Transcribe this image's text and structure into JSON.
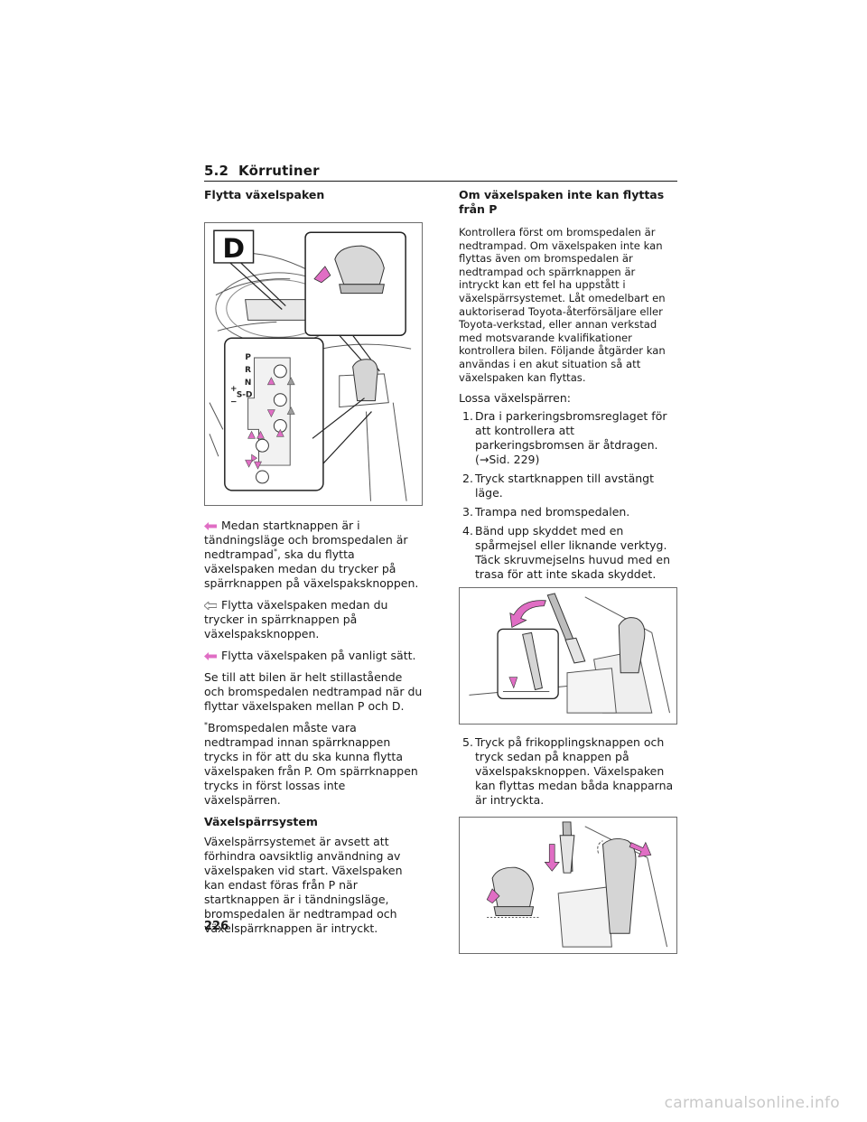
{
  "section": {
    "number": "5.2",
    "title": "Körrutiner"
  },
  "left": {
    "heading": "Flytta växelspaken",
    "figure": {
      "gear_badge": "D",
      "gear_letters": [
        "P",
        "R",
        "N",
        "S-D"
      ],
      "plus": "+",
      "minus": "−"
    },
    "legend": [
      {
        "text": "Medan startknappen är i tändningsläge och bromspedalen är nedtrampad",
        "sup": "*",
        "text2": ", ska du flytta växelspaken medan du trycker på spärrknappen på växelspaksknoppen.",
        "color": "#e06ec4"
      },
      {
        "text": "Flytta växelspaken medan du trycker in spärrknappen på växelspaksknoppen.",
        "color": "#9d9d9d"
      },
      {
        "text": "Flytta växelspaken på vanligt sätt.",
        "color": "#e06ec4"
      }
    ],
    "note1": "Se till att bilen är helt stillastående och bromspedalen nedtrampad när du flyttar växelspaken mellan P och D.",
    "footnote_mark": "*",
    "footnote": "Bromspedalen måste vara nedtrampad innan spärrknappen trycks in för att du ska kunna flytta växelspaken från P. Om spärrknappen trycks in först lossas inte växelspärren.",
    "subheading": "Växelspärrsystem",
    "body": "Växelspärrsystemet är avsett att förhindra oavsiktlig användning av växelspaken vid start. Växelspaken kan endast föras från P när startknappen är i tändningsläge, bromspedalen är nedtrampad och växelspärrknappen är intryckt."
  },
  "right": {
    "heading": "Om växelspaken inte kan flyttas från P",
    "intro": "Kontrollera först om bromspedalen är nedtrampad. Om växelspaken inte kan flyttas även om bromspedalen är nedtrampad och spärrknappen är intryckt kan ett fel ha uppstått i växelspärrsystemet. Låt omedelbart en auktoriserad Toyota-återförsäljare eller Toyota-verkstad, eller annan verkstad med motsvarande kvalifikationer kontrollera bilen. Följande åtgärder kan användas i en akut situation så att växelspaken kan flyttas.",
    "release_title": "Lossa växelspärren:",
    "steps": [
      {
        "num": "1.",
        "text": "Dra i parkeringsbromsreglaget för att kontrollera att parkeringsbromsen är åtdragen. (→Sid. 229)"
      },
      {
        "num": "2.",
        "text": "Tryck startknappen till avstängt läge."
      },
      {
        "num": "3.",
        "text": "Trampa ned bromspedalen."
      },
      {
        "num": "4.",
        "text": "Bänd upp skyddet med en spårmejsel eller liknande verktyg. Täck skruvmejselns huvud med en trasa för att inte skada skyddet."
      }
    ],
    "step5": {
      "num": "5.",
      "text": "Tryck på frikopplingsknappen och tryck sedan på knappen på växelspaksknoppen. Växelspaken kan flyttas medan båda knapparna är intryckta."
    }
  },
  "page_number": "226",
  "watermark": "carmanualsonline.info",
  "colors": {
    "pink_arrow": "#e06ec4",
    "gray_arrow": "#9d9d9d",
    "rule": "#1a1a1a"
  }
}
